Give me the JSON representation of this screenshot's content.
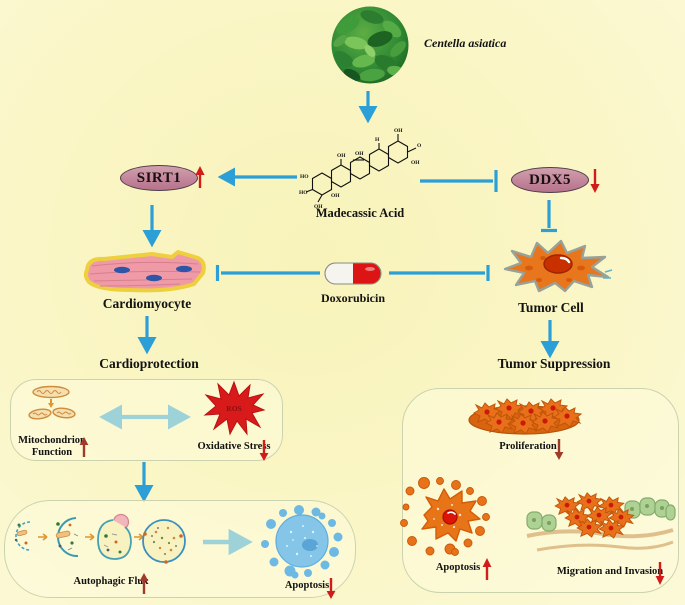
{
  "figure": {
    "type": "graphical-abstract",
    "plant_label": "Centella asiatica",
    "compound_label": "Madecassic Acid"
  },
  "palette": {
    "background": "#faf6c6",
    "arrow_blue": "#2b9fd6",
    "bright_red": "#d11c1c",
    "dark_red": "#9e3b2a",
    "node_pink": "#c9909f",
    "tumor_orange": "#e8761c",
    "cardiomyocyte_pink": "#ef9aa6",
    "capsule_red": "#dd1414",
    "box_border": "#cbd3ae"
  },
  "regulators": {
    "sirt1": {
      "label": "SIRT1",
      "change": "up"
    },
    "ddx5": {
      "label": "DDX5",
      "change": "down"
    }
  },
  "cells": {
    "cardiomyocyte_label": "Cardiomyocyte",
    "drug_label": "Doxorubicin",
    "tumor_label": "Tumor Cell"
  },
  "outcomes": {
    "cardio_title": "Cardioprotection",
    "tumor_title": "Tumor Suppression"
  },
  "cardio_effects": {
    "mito_line1": "Mitochondrion",
    "mito_line2": "Function",
    "mito_change": "up",
    "ros_label": "ROS",
    "oxidative_label": "Oxidative Stress",
    "oxidative_change": "down",
    "autophagy_label": "Autophagic Flux",
    "autophagy_change": "up",
    "apoptosis_label": "Apoptosis",
    "apoptosis_change": "down"
  },
  "tumor_effects": {
    "proliferation_label": "Proliferation",
    "proliferation_change": "down",
    "apoptosis_label": "Apoptosis",
    "apoptosis_change": "up",
    "migration_label": "Migration and Invasion",
    "migration_change": "down"
  }
}
